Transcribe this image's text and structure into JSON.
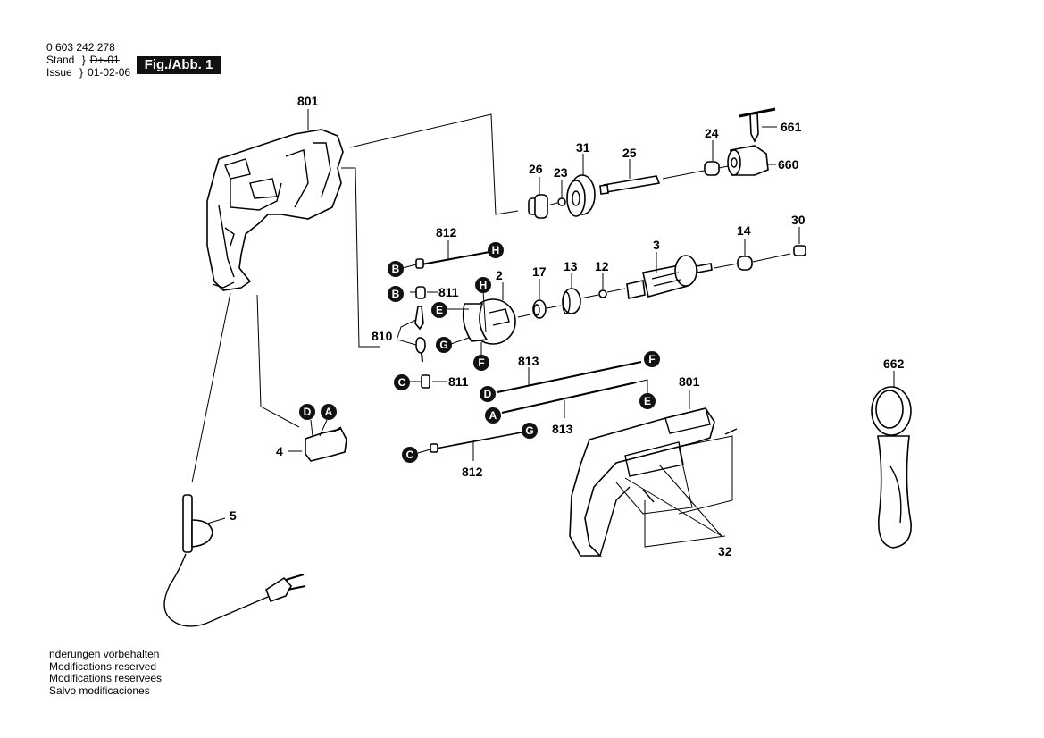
{
  "header": {
    "part_number": "0 603 242 278",
    "stand_label": "Stand",
    "stand_value": "D+-01",
    "issue_label": "Issue",
    "issue_value": "01-02-06",
    "figure_label": "Fig./Abb. 1"
  },
  "footer": {
    "lines": [
      "nderungen vorbehalten",
      "Modifications reserved",
      "Modifications reservees",
      "Salvo modificaciones"
    ]
  },
  "parts": {
    "p801a": "801",
    "p801b": "801",
    "p661": "661",
    "p660": "660",
    "p24": "24",
    "p31": "31",
    "p25": "25",
    "p26": "26",
    "p23": "23",
    "p30": "30",
    "p14": "14",
    "p3": "3",
    "p812a": "812",
    "p812b": "812",
    "p2": "2",
    "p17": "17",
    "p13": "13",
    "p12": "12",
    "p811a": "811",
    "p811b": "811",
    "p810": "810",
    "p813a": "813",
    "p813b": "813",
    "p662": "662",
    "p4": "4",
    "p5": "5",
    "p32": "32"
  },
  "connectors": {
    "B1": "B",
    "H1": "H",
    "B2": "B",
    "H2": "H",
    "E1": "E",
    "G1": "G",
    "F1": "F",
    "C1": "C",
    "F2": "F",
    "D1": "D",
    "E2": "E",
    "A1": "A",
    "C2": "C",
    "G2": "G",
    "D2": "D",
    "A2": "A"
  }
}
